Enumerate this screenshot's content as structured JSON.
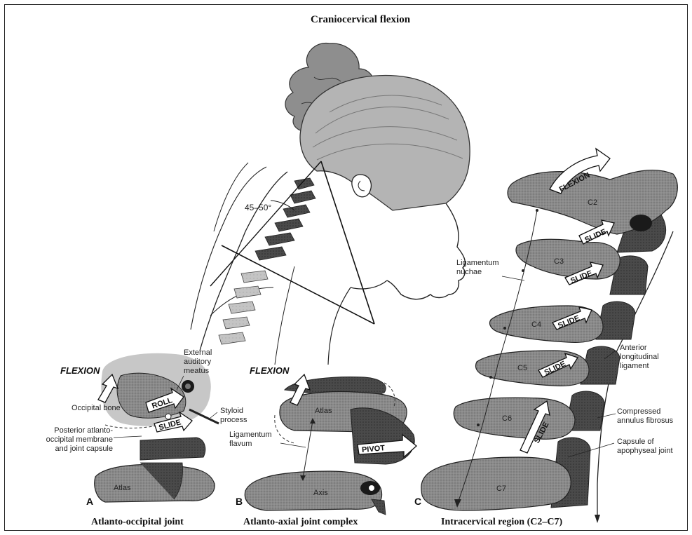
{
  "title": "Craniocervical flexion",
  "angle_label": "45–50°",
  "panels": {
    "a": {
      "letter": "A",
      "caption": "Atlanto-occipital joint",
      "flexion": "FLEXION",
      "roll": "ROLL",
      "slide": "SLIDE",
      "labels": {
        "occipital_bone": "Occipital bone",
        "external_auditory_meatus": "External\nauditory\nmeatus",
        "styloid_process": "Styloid\nprocess",
        "posterior_membrane": "Posterior atlanto-\noccipital membrane\nand joint capsule",
        "atlas": "Atlas"
      }
    },
    "b": {
      "letter": "B",
      "caption": "Atlanto-axial joint complex",
      "flexion": "FLEXION",
      "pivot": "PIVOT",
      "labels": {
        "atlas": "Atlas",
        "ligamentum_flavum": "Ligamentum\nflavum",
        "axis": "Axis"
      }
    },
    "c": {
      "letter": "C",
      "caption": "Intracervical region (C2–C7)",
      "flexion": "FLEXION",
      "slide": "SLIDE",
      "vertebrae": [
        "C2",
        "C3",
        "C4",
        "C5",
        "C6",
        "C7"
      ],
      "labels": {
        "ligamentum_nuchae": "Ligamentum\nnuchae",
        "anterior_ligament": "Anterior\nlongitudinal\nligament",
        "compressed_annulus": "Compressed\nannulus fibrosus",
        "capsule": "Capsule of\napophyseal joint"
      }
    }
  }
}
